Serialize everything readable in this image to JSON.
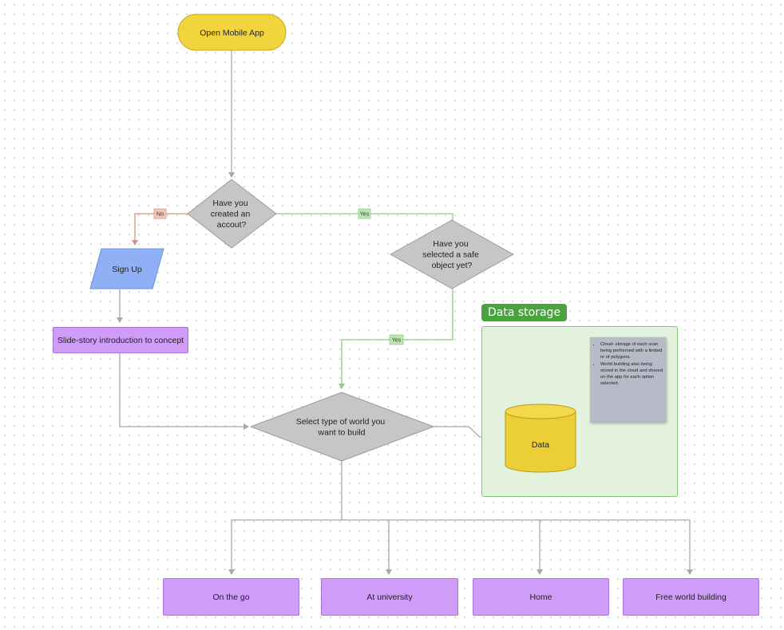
{
  "nodes": {
    "start": {
      "label": "Open Mobile App"
    },
    "decision_account": {
      "label_lines": [
        "Have you",
        "created an",
        "accout?"
      ]
    },
    "signup": {
      "label": "Sign Up"
    },
    "decision_safe_object": {
      "label_lines": [
        "Have you",
        "selected a safe",
        "object yet?"
      ]
    },
    "intro": {
      "label": "Slide-story introduction to concept"
    },
    "decision_world": {
      "label_lines": [
        "Select type of world you",
        "want to build"
      ]
    },
    "data": {
      "label": "Data"
    },
    "on_the_go": {
      "label": "On the go"
    },
    "at_university": {
      "label": "At university"
    },
    "home": {
      "label": "Home"
    },
    "free_world": {
      "label": "Free world building"
    }
  },
  "edge_labels": {
    "no": "No",
    "yes_account": "Yes",
    "yes_safe": "Yes"
  },
  "data_storage": {
    "title": "Data storage",
    "notes": [
      "Cloud- storage of each scan being performed with a limited nr of polygons.",
      "World building also being stored in the cloud and shared on the app for each option selected."
    ]
  },
  "colors": {
    "start_fill": "#f2d43d",
    "decision_fill": "#c6c6c6",
    "signup_fill": "#8fb0f7",
    "process_fill": "#cf9cf7",
    "data_fill": "#eccf36",
    "no_edge": "#d9957a",
    "yes_edge": "#8ccf7e",
    "neutral_edge": "#a8a8a8",
    "storage_fill": "#e2f2dd",
    "storage_border": "#7fc873",
    "storage_title_bg": "#4aa33f",
    "note_fill": "#b7bbc8"
  }
}
